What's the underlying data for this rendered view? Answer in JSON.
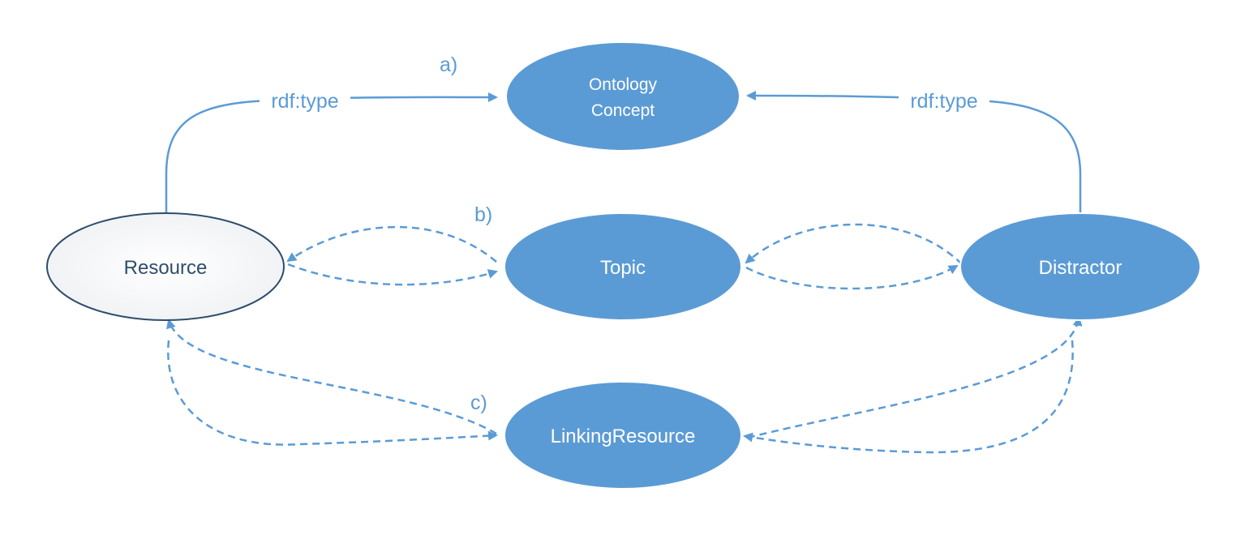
{
  "colors": {
    "node_fill": "#5b9bd5",
    "node_stroke": "#ffffff",
    "node_text": "#ffffff",
    "resource_stroke": "#2e4d6b",
    "resource_text": "#2e4d6b",
    "edge": "#5b9bd5",
    "label": "#5b9bd5"
  },
  "nodes": {
    "ontology": {
      "line1": "Ontology",
      "line2": "Concept"
    },
    "resource": {
      "label": "Resource"
    },
    "topic": {
      "label": "Topic"
    },
    "distractor": {
      "label": "Distractor"
    },
    "linking": {
      "label": "LinkingResource"
    }
  },
  "edges": {
    "type_left": "rdf:type",
    "type_right": "rdf:type"
  },
  "groups": {
    "a": "a)",
    "b": "b)",
    "c": "c)"
  }
}
